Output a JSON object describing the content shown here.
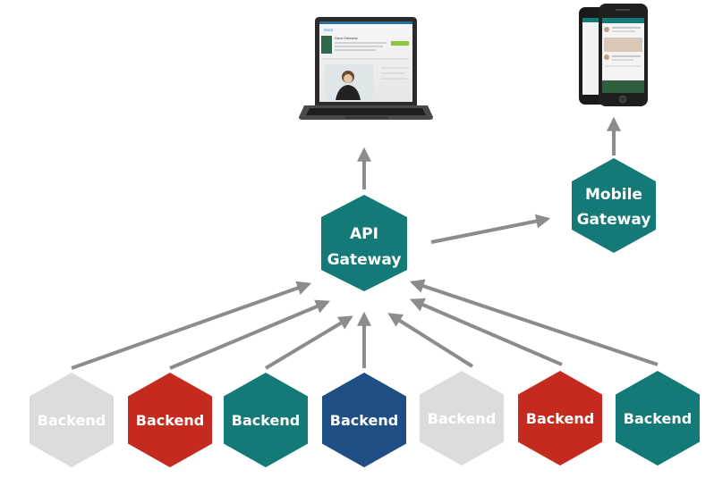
{
  "colors": {
    "teal": "#137a78",
    "red": "#c42b1e",
    "navy": "#1f4e84",
    "light_gray": "#dcdcdc",
    "arrow": "#8c8c8c",
    "text": "#ffffff"
  },
  "api_gateway": {
    "line1": "API",
    "line2": "Gateway",
    "color": "#137a78"
  },
  "mobile_gateway": {
    "line1": "Mobile",
    "line2": "Gateway",
    "color": "#137a78"
  },
  "laptop": {
    "brand": "cisco",
    "headline": "Cisco Gateway",
    "device_icon": "laptop-icon"
  },
  "phone": {
    "device_icon": "smartphone-icon"
  },
  "backends": [
    {
      "label": "Backend",
      "color": "#dcdcdc"
    },
    {
      "label": "Backend",
      "color": "#c42b1e"
    },
    {
      "label": "Backend",
      "color": "#137a78"
    },
    {
      "label": "Backend",
      "color": "#1f4e84"
    },
    {
      "label": "Backend",
      "color": "#dcdcdc"
    },
    {
      "label": "Backend",
      "color": "#c42b1e"
    },
    {
      "label": "Backend",
      "color": "#137a78"
    }
  ]
}
